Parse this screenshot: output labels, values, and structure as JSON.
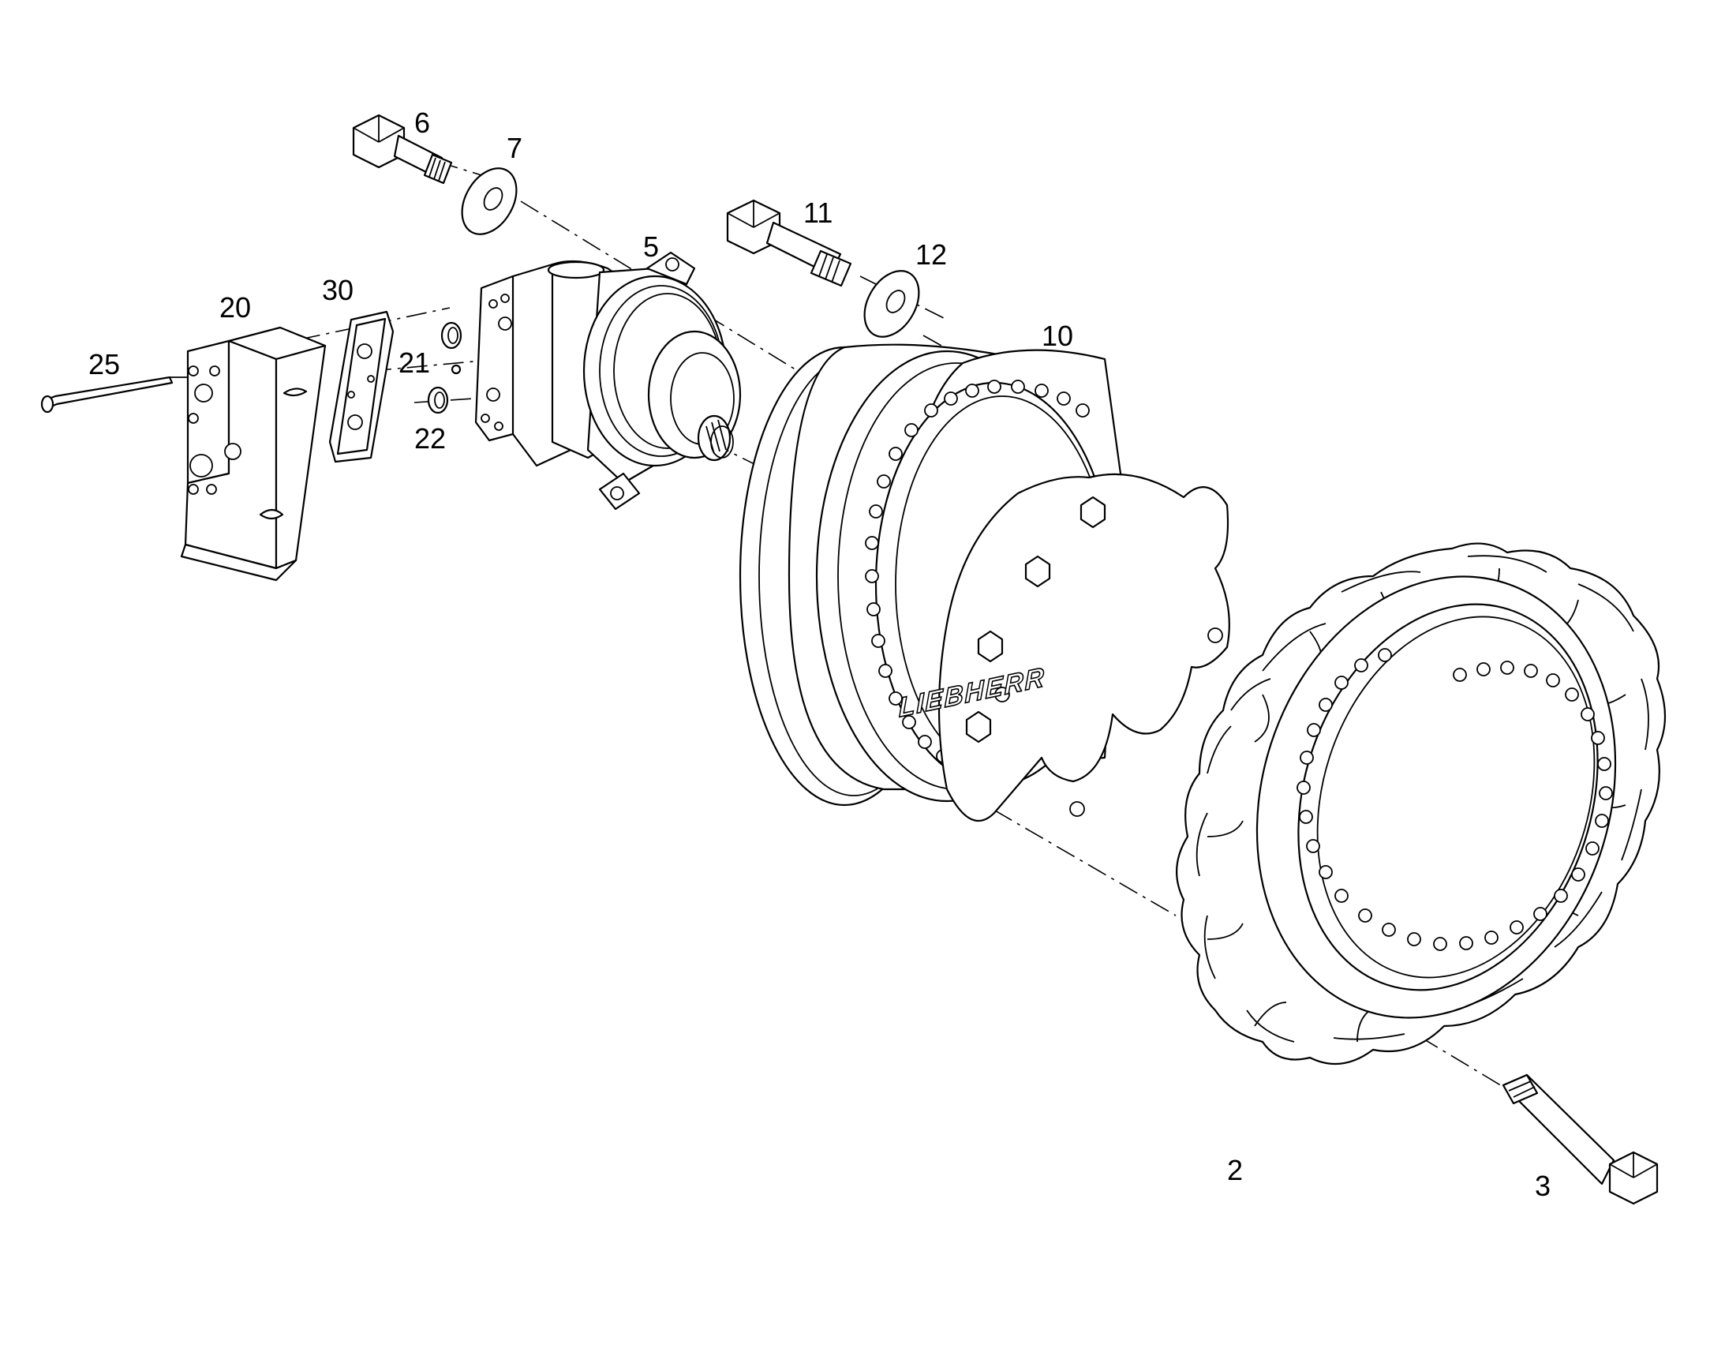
{
  "diagram": {
    "brand_text": "LIEBHERR",
    "callouts": [
      {
        "id": "label-6",
        "text": "6"
      },
      {
        "id": "label-7",
        "text": "7"
      },
      {
        "id": "label-11",
        "text": "11"
      },
      {
        "id": "label-12",
        "text": "12"
      },
      {
        "id": "label-5",
        "text": "5"
      },
      {
        "id": "label-10",
        "text": "10"
      },
      {
        "id": "label-20",
        "text": "20"
      },
      {
        "id": "label-30",
        "text": "30"
      },
      {
        "id": "label-25",
        "text": "25"
      },
      {
        "id": "label-21",
        "text": "21"
      },
      {
        "id": "label-22",
        "text": "22"
      },
      {
        "id": "label-2",
        "text": "2"
      },
      {
        "id": "label-3",
        "text": "3"
      }
    ]
  }
}
